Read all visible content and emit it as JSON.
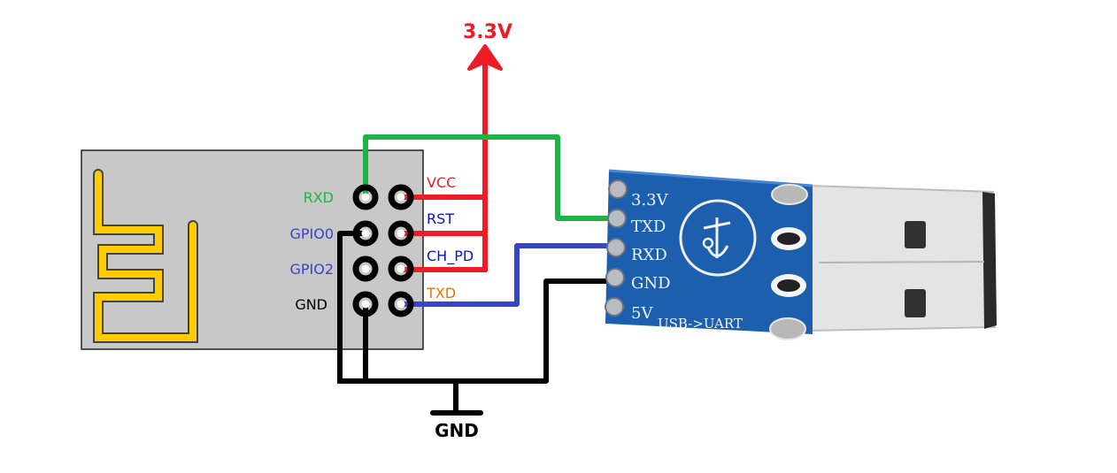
{
  "diagram": {
    "title": "ESP8266 to USB-UART wiring",
    "power_label": "3.3V",
    "ground_label": "GND",
    "colors": {
      "power": "#ee1c24",
      "rx_wire": "#1db446",
      "tx_wire": "#3845c8",
      "ground": "#000000",
      "esp_board": "#c8c8c8",
      "antenna": "#ffcc00",
      "uart_pcb": "#1c5fae"
    },
    "esp_module": {
      "left_pins": [
        {
          "label": "RXD",
          "color": "#1db446"
        },
        {
          "label": "GPIO0",
          "color": "#3845c8"
        },
        {
          "label": "GPIO2",
          "color": "#3845c8"
        },
        {
          "label": "GND",
          "color": "#000000"
        }
      ],
      "right_pins": [
        {
          "label": "VCC",
          "color": "#ee1c24"
        },
        {
          "label": "RST",
          "color": "#0a14c8"
        },
        {
          "label": "CH_PD",
          "color": "#0a14c8"
        },
        {
          "label": "TXD",
          "color": "#d97a10"
        }
      ]
    },
    "usb_uart": {
      "pins": [
        "3.3V",
        "TXD",
        "RXD",
        "GND",
        "5V"
      ],
      "board_label": "USB->UART"
    },
    "connections": [
      {
        "from": "RXD",
        "to": "TXD",
        "wire": "green"
      },
      {
        "from": "TXD",
        "to": "RXD",
        "wire": "blue"
      },
      {
        "from": "VCC",
        "to": "3.3V",
        "wire": "red"
      },
      {
        "from": "RST",
        "to": "3.3V",
        "wire": "red"
      },
      {
        "from": "CH_PD",
        "to": "3.3V",
        "wire": "red"
      },
      {
        "from": "GPIO0",
        "to": "GND",
        "wire": "black"
      },
      {
        "from": "GND",
        "to": "GND",
        "wire": "black"
      }
    ]
  }
}
